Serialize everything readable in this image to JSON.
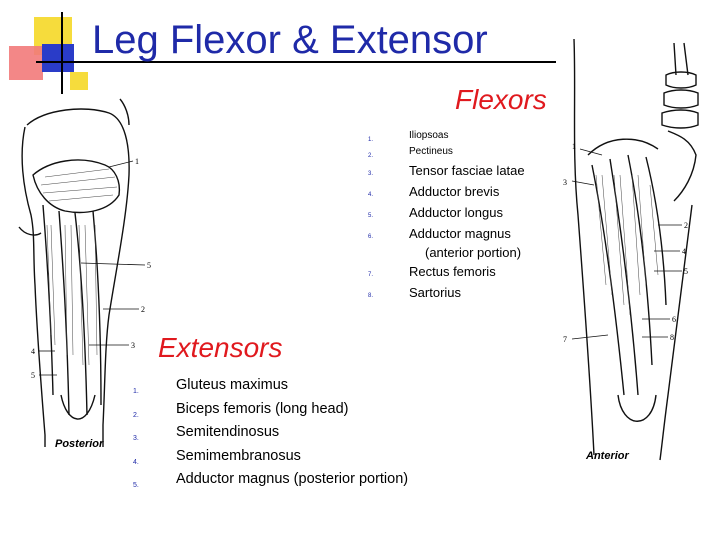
{
  "slide": {
    "title": "Leg Flexor & Extensor"
  },
  "flexors": {
    "heading": "Flexors",
    "items": [
      {
        "num": "1.",
        "label": "Iliopsoas",
        "size": "small"
      },
      {
        "num": "2.",
        "label": "Pectineus",
        "size": "small"
      },
      {
        "num": "3.",
        "label": "Tensor fasciae latae",
        "size": "big"
      },
      {
        "num": "4.",
        "label": "Adductor brevis",
        "size": "big"
      },
      {
        "num": "5.",
        "label": "Adductor longus",
        "size": "big"
      },
      {
        "num": "6.",
        "label": "Adductor magnus",
        "sub": "(anterior portion)",
        "size": "big"
      },
      {
        "num": "7.",
        "label": "Rectus femoris",
        "size": "big"
      },
      {
        "num": "8.",
        "label": "Sartorius",
        "size": "big"
      }
    ]
  },
  "extensors": {
    "heading": "Extensors",
    "items": [
      {
        "num": "1.",
        "label": "Gluteus maximus"
      },
      {
        "num": "2.",
        "label": "Biceps femoris (long head)"
      },
      {
        "num": "3.",
        "label": "Semitendinosus"
      },
      {
        "num": "4.",
        "label": "Semimembranosus"
      },
      {
        "num": "5.",
        "label": "Adductor magnus (posterior portion)"
      }
    ]
  },
  "figures": {
    "posterior": {
      "label": "Posterior",
      "callouts": [
        "1",
        "5",
        "2",
        "3",
        "4",
        "5"
      ]
    },
    "anterior": {
      "label": "Anterior",
      "callouts": [
        "1",
        "3",
        "2",
        "4",
        "5",
        "6",
        "8",
        "7"
      ]
    }
  },
  "colors": {
    "title": "#1f2aa8",
    "heading": "#e0191e",
    "number": "#1f2aa8"
  }
}
